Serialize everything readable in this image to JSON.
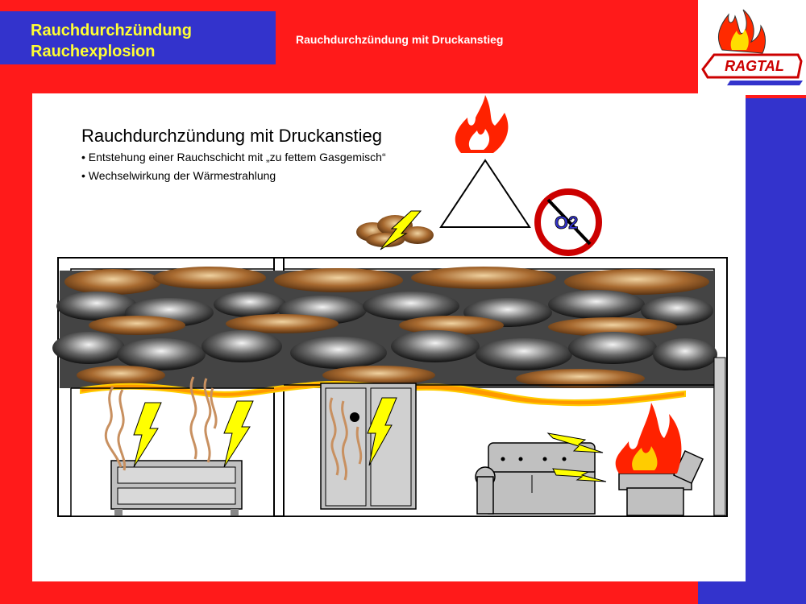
{
  "header": {
    "title_line1": "Rauchdurchzündung",
    "title_line2": "Rauchexplosion",
    "subtitle": "Rauchdurchzündung mit Druckanstieg"
  },
  "logo": {
    "text": "RAGTAL"
  },
  "content": {
    "heading": "Rauchdurchzündung mit Druckanstieg",
    "bullets": [
      "• Entstehung einer Rauchschicht mit „zu fettem Gasgemisch“",
      "• Wechselwirkung der Wärmestrahlung"
    ]
  },
  "diagram": {
    "o2_label": "O2"
  },
  "colors": {
    "red": "#ff1a1a",
    "blue": "#3333cc",
    "yellow_text": "#ffff33"
  }
}
